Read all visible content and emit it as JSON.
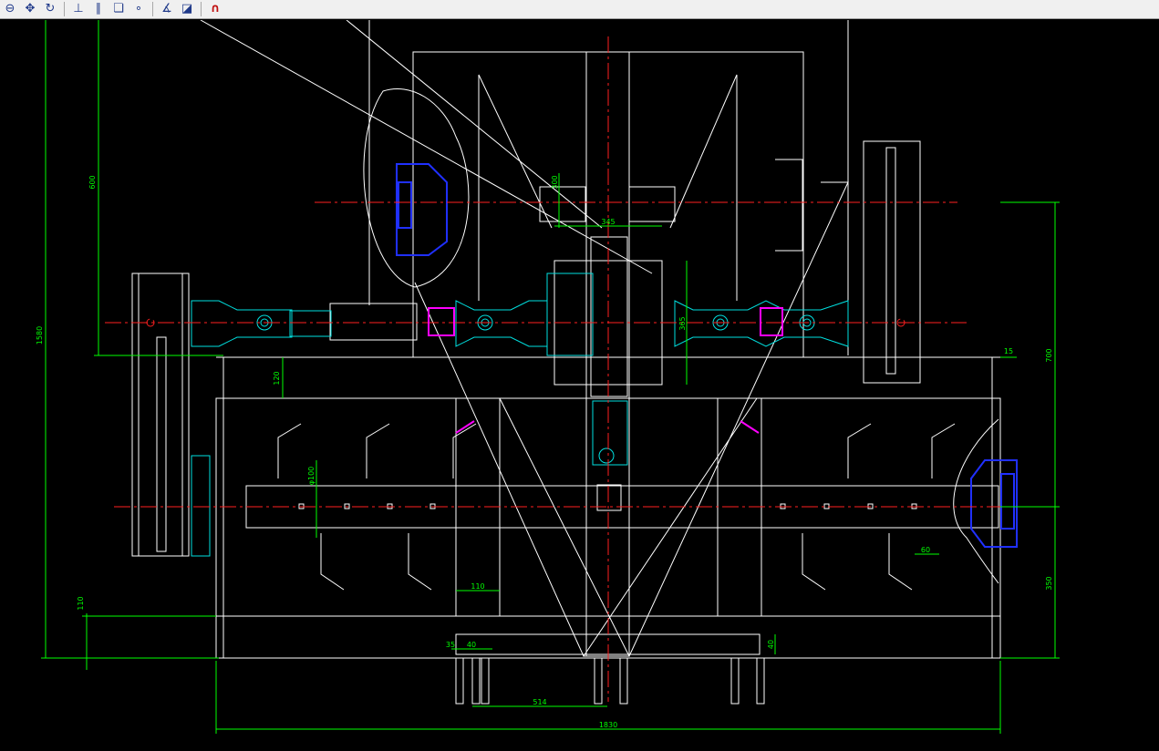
{
  "toolbar": {
    "buttons": [
      {
        "name": "zoom-icon",
        "glyph": "⊖"
      },
      {
        "name": "pan-icon",
        "glyph": "✥"
      },
      {
        "name": "rotate-icon",
        "glyph": "↻"
      },
      {
        "name": "ucs-icon",
        "glyph": "⊥"
      },
      {
        "name": "parallel-icon",
        "glyph": "∥"
      },
      {
        "name": "layers-icon",
        "glyph": "❏"
      },
      {
        "name": "point-icon",
        "glyph": "∘"
      },
      {
        "name": "angle-icon",
        "glyph": "∡"
      },
      {
        "name": "match-icon",
        "glyph": "◪"
      },
      {
        "name": "magnet-icon",
        "glyph": "∩"
      }
    ]
  },
  "dimensions": {
    "total_width": "1830",
    "total_height": "1580",
    "upper_height": "600",
    "right_upper": "700",
    "right_lower": "350",
    "gearbox_top": "300",
    "gearbox_width": "345",
    "gearbox_height": "365",
    "frame_offset": "120",
    "tine_pitch": "φ100",
    "beam_width": "110",
    "bottom_span": "514",
    "left_offset": "110",
    "right_small": "60",
    "right_edge": "15",
    "bottom_plate": "40",
    "small_a": "35",
    "small_b": "40"
  },
  "colors": {
    "outline": "#ffffff",
    "dimension": "#00ff00",
    "centerline": "#ff0000",
    "hidden": "#00ffff",
    "section": "#0000ff",
    "accent": "#ff00ff"
  }
}
